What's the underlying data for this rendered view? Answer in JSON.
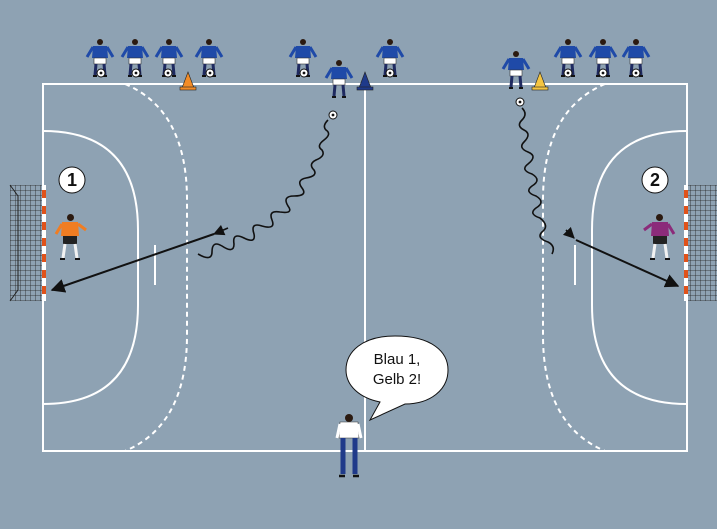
{
  "markers": [
    {
      "id": "1",
      "label": "1"
    },
    {
      "id": "2",
      "label": "2"
    }
  ],
  "speech_bubble": {
    "line1": "Blau 1,",
    "line2": "Gelb 2!"
  },
  "colors": {
    "background": "#8ea2b3",
    "court": "#8ea2b3",
    "lines": "#ffffff",
    "team_shirt": "#1f4aa8",
    "goalkeeper_left": "#f07d22",
    "goalkeeper_right": "#8b2b7a",
    "cone_orange": "#f28c28",
    "cone_yellow": "#f4c542",
    "cone_blue": "#1f3a8a",
    "goal_posts": "#e0521a"
  },
  "icons": {
    "player": "player-icon",
    "ball": "ball-icon",
    "cone": "cone-icon",
    "goal": "goal-icon",
    "referee": "coach-icon"
  }
}
